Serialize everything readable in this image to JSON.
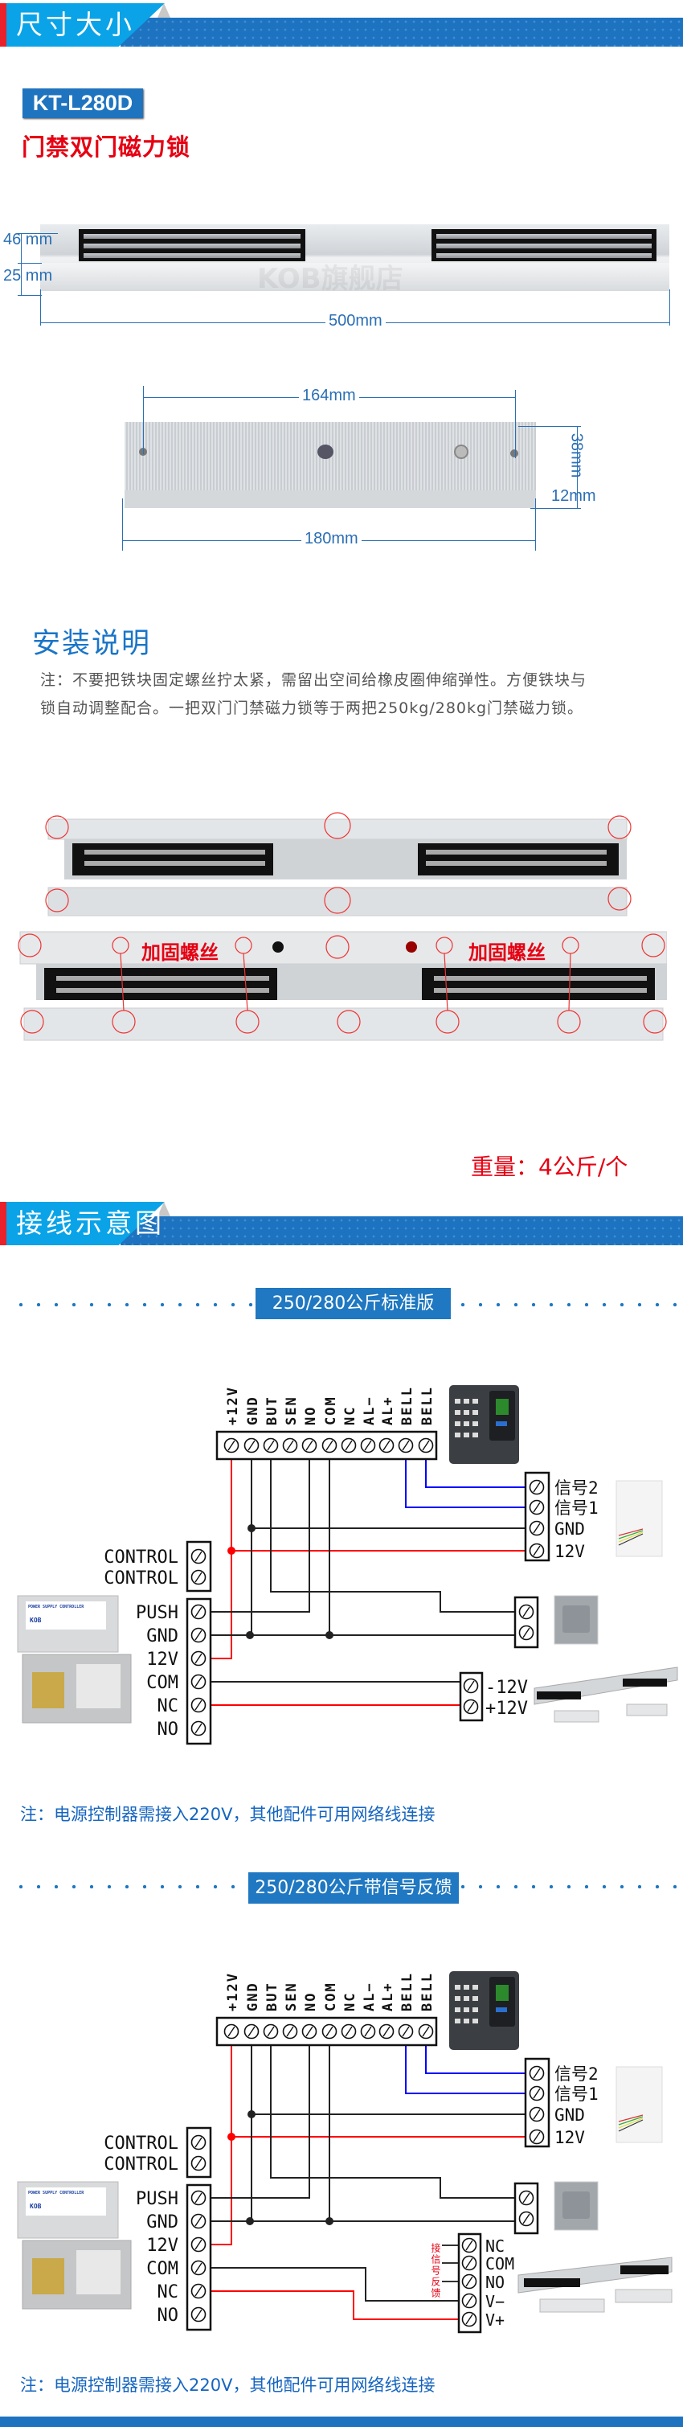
{
  "headers": {
    "dimensions": "尺寸大小",
    "wiring": "接线示意图"
  },
  "dimensions": {
    "model": "KT-L280D",
    "product_name": "门禁双门磁力锁",
    "height_upper": "46 mm",
    "height_lower": "25 mm",
    "lock_length": "500mm",
    "hole_spacing": "164mm",
    "plate_length": "180mm",
    "plate_width": "38mm",
    "plate_thickness": "12mm",
    "watermark": "KOB旗舰店"
  },
  "install": {
    "title": "安装说明",
    "note_lines": [
      "注：不要把铁块固定螺丝拧太紧，需留出空间给橡皮圈伸缩弹性。方便铁块与",
      "锁自动调整配合。一把双门门禁磁力锁等于两把250kg/280kg门禁磁力锁。"
    ],
    "callouts": [
      "加固螺丝",
      "加固螺丝"
    ],
    "weight": "重量：4公斤/个"
  },
  "wiring": {
    "terminal_labels": [
      "+12V",
      "GND",
      "BUT",
      "SEN",
      "NO",
      "COM",
      "NC",
      "AL−",
      "AL+",
      "BELL",
      "BELL"
    ],
    "signal_labels": [
      "信号2",
      "信号1",
      "GND",
      "12V"
    ],
    "control_labels": [
      "CONTROL",
      "CONTROL"
    ],
    "psu_labels": [
      "PUSH",
      "GND",
      "12V",
      "COM",
      "NC",
      "NO"
    ],
    "psu_device_label": "POWER SUPPLY CONTROLLER",
    "brand": "KOB",
    "note": "注：电源控制器需接入220V，其他配件可用网络线连接",
    "diagrams": [
      {
        "subtitle": "250/280公斤标准版",
        "lock_labels": [
          "-12V",
          "+12V"
        ]
      },
      {
        "subtitle": "250/280公斤带信号反馈",
        "lock_labels": [
          "NC",
          "COM",
          "NO",
          "V−",
          "V+"
        ],
        "feedback_label": "接信号反馈"
      }
    ]
  },
  "colors": {
    "accent_blue": "#1f78c1",
    "red": "#e60012",
    "wire_red": "#ff0000",
    "wire_blue": "#0000ff"
  }
}
